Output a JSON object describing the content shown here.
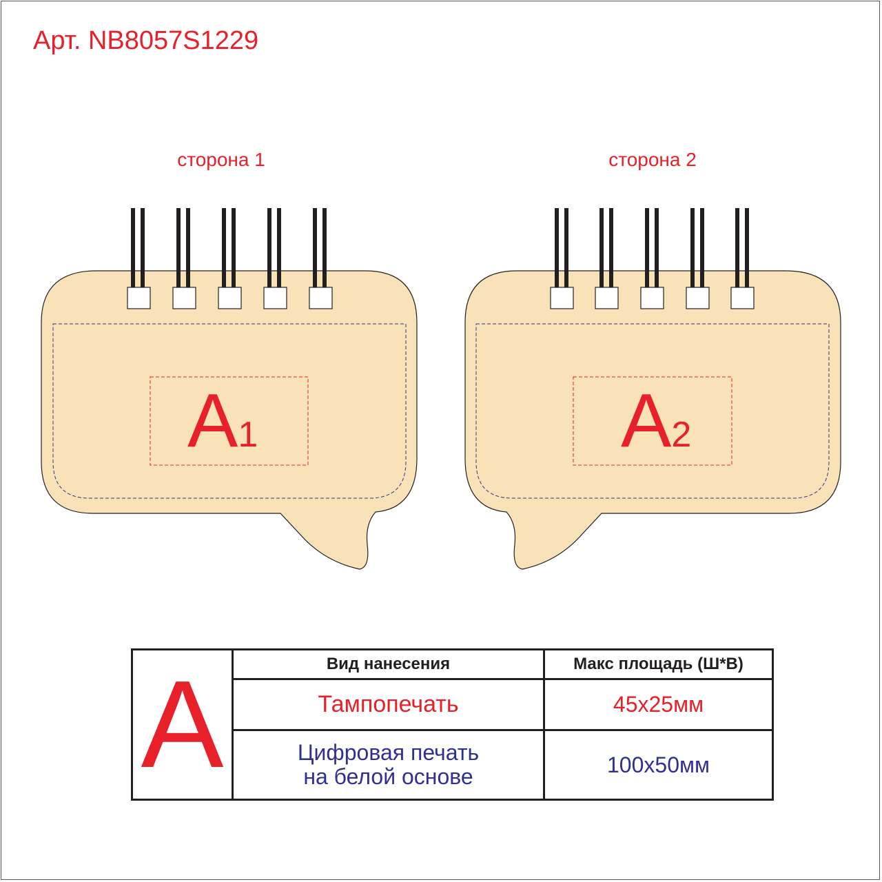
{
  "article": "Арт. NB8057S1229",
  "sides": [
    {
      "label": "сторона 1",
      "zone": "A",
      "zone_index": "1"
    },
    {
      "label": "сторона 2",
      "zone": "A",
      "zone_index": "2"
    }
  ],
  "table": {
    "zone_letter": "A",
    "headers": {
      "method": "Вид нанесения",
      "max_area": "Макс площадь (Ш*В)"
    },
    "rows": [
      {
        "method_line1": "Тампопечать",
        "method_line2": "",
        "size": "45х25мм"
      },
      {
        "method_line1": "Цифровая печать",
        "method_line2": "на белой основе",
        "size": "100х50мм"
      }
    ]
  },
  "colors": {
    "accent_red": "#e8202a",
    "navy": "#2e3192",
    "notebook_fill": "#f9e2b8"
  }
}
